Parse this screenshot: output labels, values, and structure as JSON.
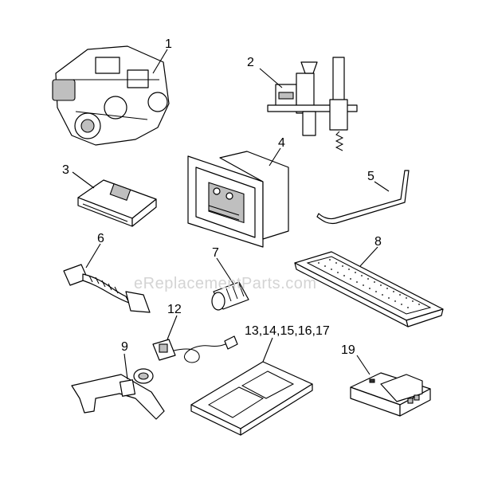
{
  "watermark": "eReplacementParts.com",
  "callouts": {
    "c1": "1",
    "c2": "2",
    "c3": "3",
    "c4": "4",
    "c5": "5",
    "c6": "6",
    "c7": "7",
    "c8": "8",
    "c9": "9",
    "c12": "12",
    "c13": "13,14,15,16,17",
    "c19": "19"
  }
}
